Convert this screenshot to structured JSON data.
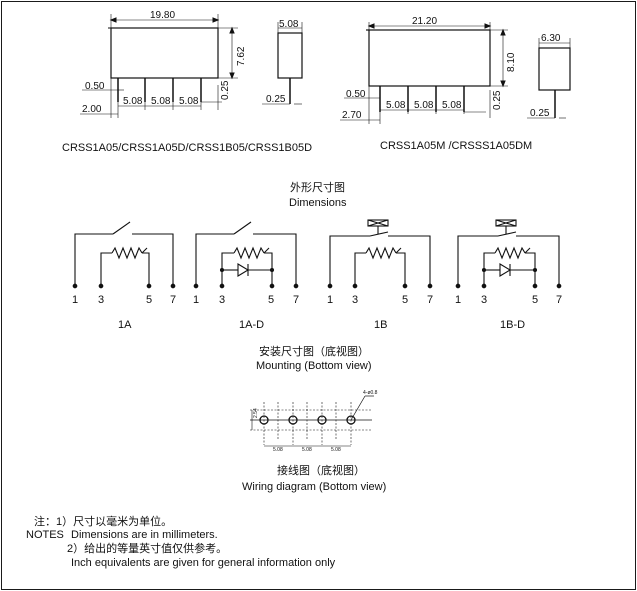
{
  "top_left": {
    "length": "19.80",
    "height": "7.62",
    "pin_width": "0.50",
    "edge_offset": "2.00",
    "pitch": [
      "5.08",
      "5.08",
      "5.08"
    ],
    "pin_tip": "0.25",
    "side_width": "5.08",
    "side_pin": "0.25",
    "caption": "CRSS1A05/CRSS1A05D/CRSS1B05/CRSS1B05D"
  },
  "top_right": {
    "length": "21.20",
    "height": "8.10",
    "pin_width": "0.50",
    "edge_offset": "2.70",
    "pitch": [
      "5.08",
      "5.08",
      "5.08"
    ],
    "pin_tip": "0.25",
    "side_width": "6.30",
    "side_pin": "0.25",
    "caption": "CRSS1A05M /CRSSS1A05DM"
  },
  "dimensions_title_cn": "外形尺寸图",
  "dimensions_title_en": "Dimensions",
  "schematics": [
    {
      "label": "1A",
      "pins": [
        "1",
        "3",
        "5",
        "7"
      ]
    },
    {
      "label": "1A-D",
      "pins": [
        "1",
        "3",
        "5",
        "7"
      ]
    },
    {
      "label": "1B",
      "pins": [
        "1",
        "3",
        "5",
        "7"
      ]
    },
    {
      "label": "1B-D",
      "pins": [
        "1",
        "3",
        "5",
        "7"
      ]
    }
  ],
  "mounting_title_cn": "安装尺寸图（底视图）",
  "mounting_title_en": "Mounting (Bottom view)",
  "mounting": {
    "hole_label": "4-ø0.8",
    "row_pitch": "2.54",
    "spacing": [
      "5.08",
      "5.08",
      "5.08"
    ]
  },
  "wiring_title_cn": "接线图（底视图）",
  "wiring_title_en": "Wiring diagram (Bottom view)",
  "notes": {
    "line1_cn": "注：1）尺寸以毫米为单位。",
    "line2_en_label": "NOTES",
    "line2_en": "Dimensions are in millimeters.",
    "line3_cn": "2）给出的等量英寸值仅供参考。",
    "line4_en": "Inch equivalents are given for general information only"
  }
}
